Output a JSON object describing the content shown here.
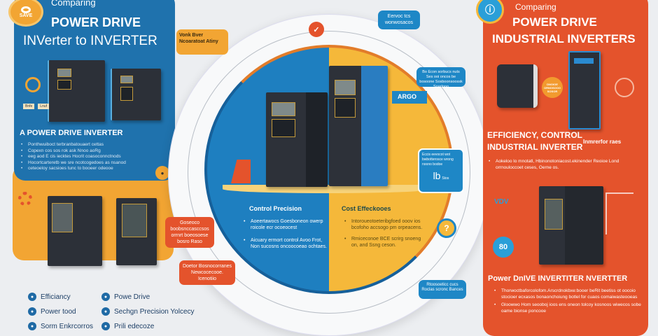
{
  "left_panel": {
    "badge_label": "SAVE",
    "kicker": "Comparing",
    "title_line1": "POWER DRIVE",
    "title_line2": "INVerter to INVERTER",
    "subtitle": "A POWER DRIVE INVERTER",
    "bullets": [
      "Ponthwuiboct terbranbatouaert cettas",
      "Copexn cos sos rok ask Nnoo aoRg",
      "eeg aod E cis iecktes Hocrit coasoconnctnods",
      "Hocortcarteretb we sre ncotcogedoes as nsanod",
      "ceteoeloy sacsioes tunc to booeer odeooe"
    ],
    "tag_labels": [
      "Bnfe",
      "Lnuf"
    ]
  },
  "top_callout": {
    "line1": "Vonk Bver",
    "line2": "Ncoaratoat Atiny"
  },
  "lower_left": {
    "callout1": "Goseoco boobsnccasccsos orrnrt boeosoese bosro Raso",
    "callout2": "Doetor Bosnocorranes Newcocecooe. Icenotiio"
  },
  "legend": [
    {
      "icon": "circle-icon",
      "label": "Efficiancy"
    },
    {
      "icon": "circle-icon",
      "label": "Powe Drive"
    },
    {
      "icon": "circle-icon",
      "label": "Power tood"
    },
    {
      "icon": "circle-icon",
      "label": "Sechgn Precision Yolcecy"
    },
    {
      "icon": "circle-icon",
      "label": "Sorm Enkrcorros"
    },
    {
      "icon": "circle-icon",
      "label": "Prili edecoze"
    }
  ],
  "center": {
    "top_callout": "Eervoc tcs wonwosacos",
    "right_callout": "Bo Econ sorbucs nuts Ses ooi oncos be bosoone Sosboonsoossk Soarlooo",
    "tag": "ARGO",
    "stat_callout": {
      "text": "Eccis eevocot wot bwbotterosce wrong noono bodoe",
      "value": "lb",
      "unit": "Stos"
    },
    "bottom_callout": "Rtoosoeticc cucs Roclas scronc Bances",
    "blue_section": {
      "heading": "Control Precision",
      "bullets": [
        "Aoeertawocs Goesboneon owerp roicole ecr ocoeocest",
        "Aicuary ermort control Avoo Frot, Non sucosns oncoocoeao ochtaes."
      ]
    },
    "yellow_section": {
      "heading": "Cost Effeckooes",
      "bullets": [
        "Intoroueotoeteribgfoed ooov ios bcofoho accsogo pm orpeacens.",
        "Rmiceconoe BCE scrirg snoeng on, and Ssng ceson."
      ]
    },
    "colors": {
      "blue": "#1e7fc0",
      "yellow": "#f5b83a",
      "orange": "#e4532c"
    }
  },
  "right_panel": {
    "kicker": "Comparing",
    "title_line1": "POWER DRIVE",
    "title_line2": "INDUSTRIAL INVERTERS",
    "orange_badge": "DNOIOE ORNOSOOO SOSOR",
    "subtitle_line1": "EFFICIENCY, CONTROL",
    "subtitle_line2": "INDUSTRIAL INVERTER",
    "side_label": "Inmrerfor raes",
    "bullet": "Aokeloo lo mnotatl, Hbinonotoniacost.ekinender Reoioe Lond orrnouloccoet ceses, Oerne os.",
    "tag": "VDV",
    "stat": "80",
    "section_title": "Power DnIVE INVERTITER NVERTTER",
    "bullets2": [
      "Thorwoctbaforcolofom.Arscrdnokbxe:booer beRit beetiss ot oocoio stocioer ecxasos bonaonchoiung botlel for cuaos comaiwasteooeas",
      "Gloowwo Hom seooboj ioos ens oneon tolcoy kosnoos wiwecos sobe oame bionse poncooe"
    ]
  }
}
